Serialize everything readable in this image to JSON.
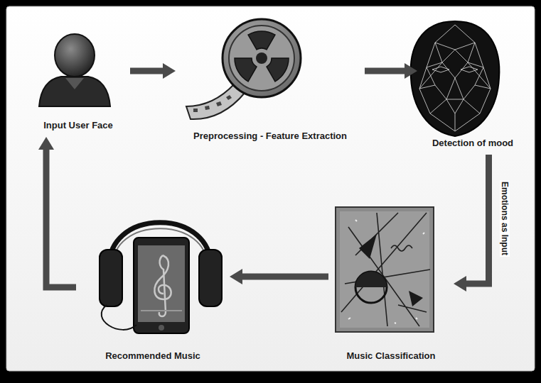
{
  "diagram": {
    "nodes": [
      {
        "text": [
          "Input User Face"
        ]
      },
      {
        "text": [
          "Preprocessing - Feature Extraction"
        ]
      },
      {
        "text": [
          "Detection of mood"
        ]
      },
      {
        "text": [
          "Music Classification"
        ]
      },
      {
        "text": [
          "Recommended Music"
        ]
      }
    ],
    "edges": [
      {
        "from": 0,
        "to": 1,
        "arrow": "to"
      },
      {
        "from": 1,
        "to": 2,
        "arrow": "to"
      },
      {
        "from": 2,
        "to": 3,
        "label": "Emotions as Input",
        "arrow": "to"
      },
      {
        "from": 3,
        "to": 4,
        "arrow": "to"
      },
      {
        "from": 4,
        "to": 0,
        "arrow": "to"
      }
    ]
  }
}
